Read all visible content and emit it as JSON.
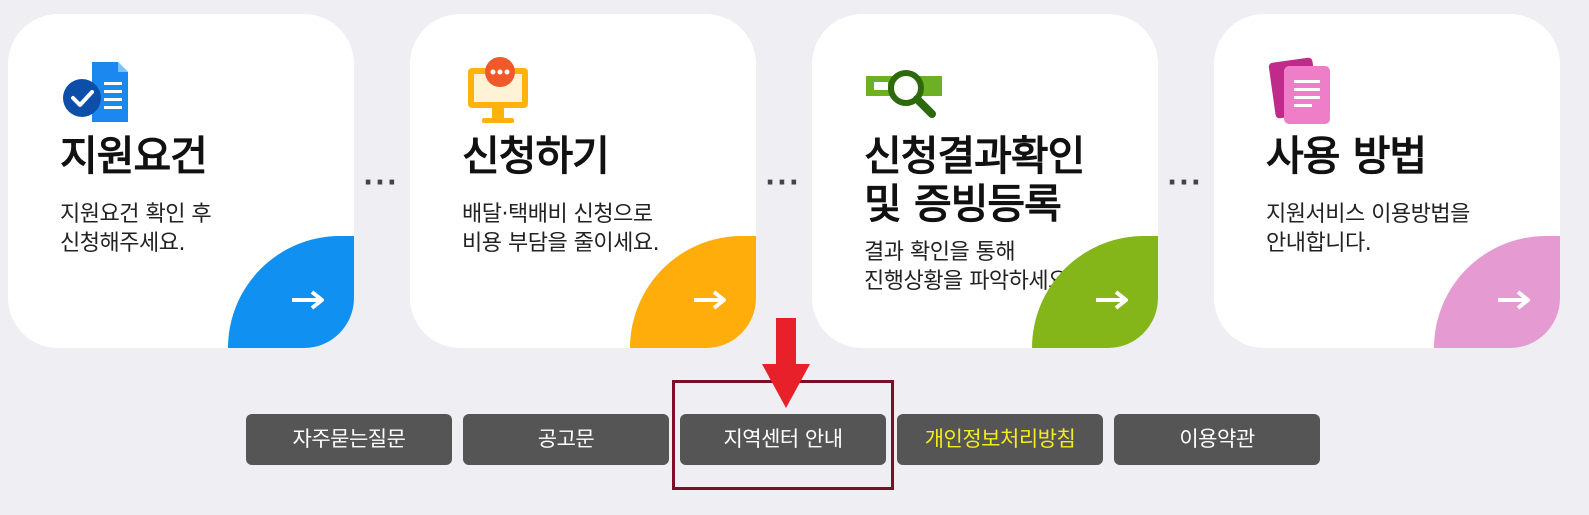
{
  "cards": [
    {
      "title": "지원요건",
      "desc": "지원요건 확인 후\n신청해주세요.",
      "icon": "document-check-icon",
      "accent": "#1090f0"
    },
    {
      "title": "신청하기",
      "desc": "배달·택배비 신청으로\n비용 부담을 줄이세요.",
      "icon": "monitor-chat-icon",
      "accent": "#ffad0a"
    },
    {
      "title": "신청결과확인\n및 증빙등록",
      "desc": "결과 확인을 통해\n진행상황을 파악하세요.",
      "icon": "magnifier-search-icon",
      "accent": "#84b61a"
    },
    {
      "title": "사용 방법",
      "desc": "지원서비스 이용방법을\n안내합니다.",
      "icon": "documents-pink-icon",
      "accent": "#e59ad2"
    }
  ],
  "separator": "···",
  "footer_buttons": [
    {
      "label": "자주묻는질문"
    },
    {
      "label": "공고문"
    },
    {
      "label": "지역센터 안내"
    },
    {
      "label": "개인정보처리방침",
      "color": "#f4ec1c"
    },
    {
      "label": "이용약관"
    }
  ],
  "annotation": {
    "arrow_color": "#e8202a",
    "box_color": "#7b0f28"
  }
}
